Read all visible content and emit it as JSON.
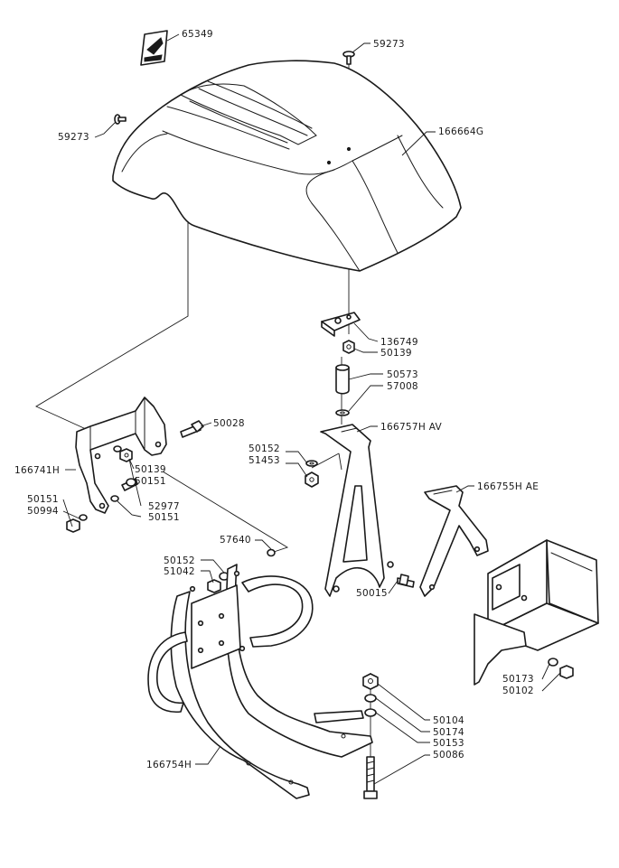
{
  "diagram": {
    "callouts": [
      {
        "id": "c-65349",
        "text": "65349"
      },
      {
        "id": "c-59273-top",
        "text": "59273"
      },
      {
        "id": "c-59273-left",
        "text": "59273"
      },
      {
        "id": "c-166664g",
        "text": "166664G"
      },
      {
        "id": "c-136749",
        "text": "136749"
      },
      {
        "id": "c-50139-a",
        "text": "50139"
      },
      {
        "id": "c-50573",
        "text": "50573"
      },
      {
        "id": "c-57008",
        "text": "57008"
      },
      {
        "id": "c-166757h",
        "text": "166757H AV"
      },
      {
        "id": "c-50028",
        "text": "50028"
      },
      {
        "id": "c-166741h",
        "text": "166741H"
      },
      {
        "id": "c-50139-b",
        "text": "50139"
      },
      {
        "id": "c-50151-a",
        "text": "50151"
      },
      {
        "id": "c-50152-a",
        "text": "50152"
      },
      {
        "id": "c-51453",
        "text": "51453"
      },
      {
        "id": "c-50151-b",
        "text": "50151"
      },
      {
        "id": "c-50994",
        "text": "50994"
      },
      {
        "id": "c-52977",
        "text": "52977"
      },
      {
        "id": "c-50151-c",
        "text": "50151"
      },
      {
        "id": "c-166755h",
        "text": "166755H AE"
      },
      {
        "id": "c-57640",
        "text": "57640"
      },
      {
        "id": "c-50152-b",
        "text": "50152"
      },
      {
        "id": "c-51042",
        "text": "51042"
      },
      {
        "id": "c-50015",
        "text": "50015"
      },
      {
        "id": "c-50173",
        "text": "50173"
      },
      {
        "id": "c-50102",
        "text": "50102"
      },
      {
        "id": "c-50104",
        "text": "50104"
      },
      {
        "id": "c-50174",
        "text": "50174"
      },
      {
        "id": "c-50153",
        "text": "50153"
      },
      {
        "id": "c-50086",
        "text": "50086"
      },
      {
        "id": "c-166754h",
        "text": "166754H"
      }
    ]
  }
}
